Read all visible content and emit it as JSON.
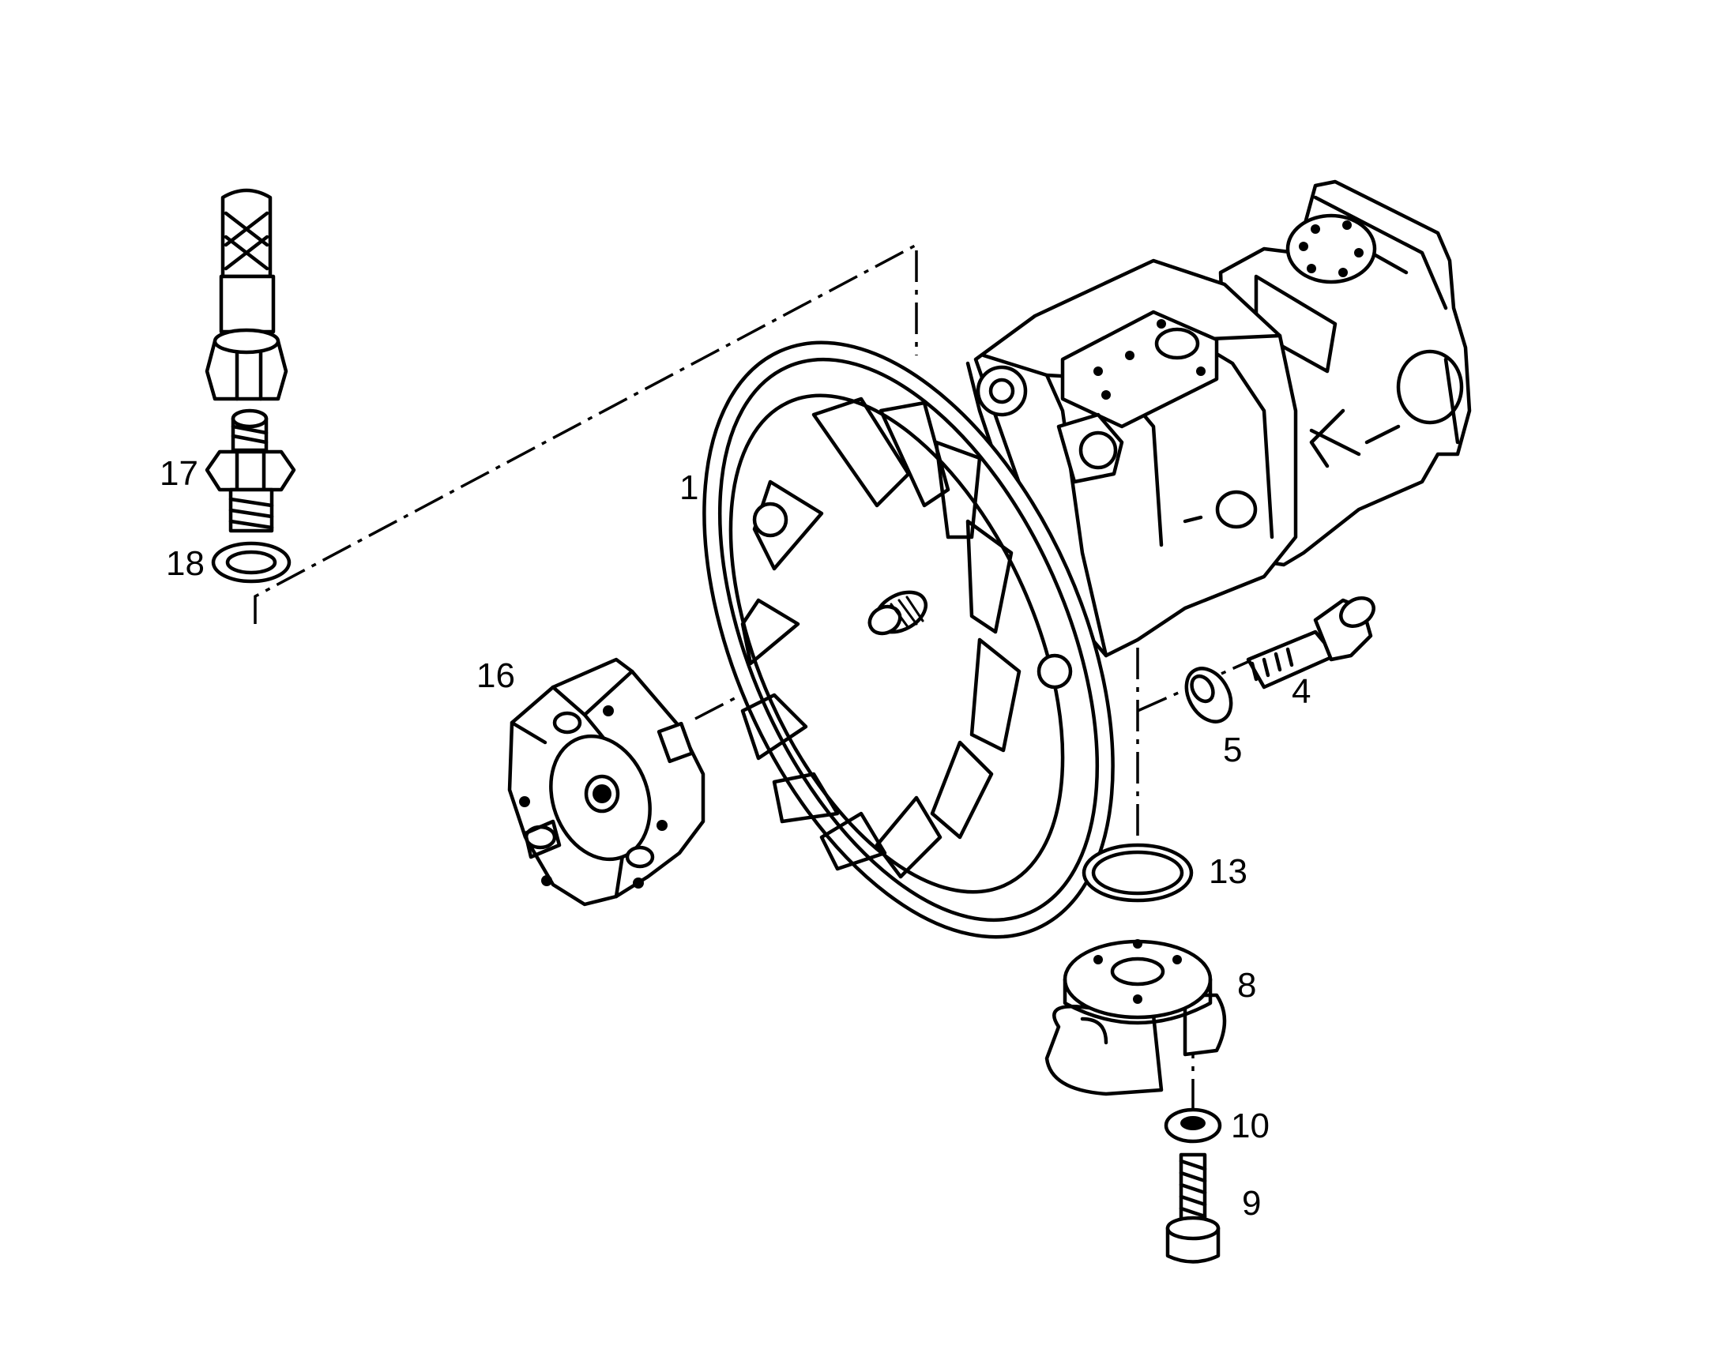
{
  "callouts": {
    "p1": "1",
    "p4": "4",
    "p5": "5",
    "p8": "8",
    "p9": "9",
    "p10": "10",
    "p13": "13",
    "p16": "16",
    "p17": "17",
    "p18": "18"
  }
}
